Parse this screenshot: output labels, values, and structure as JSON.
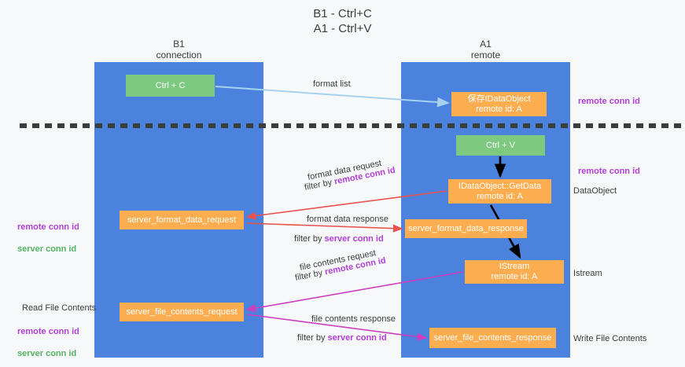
{
  "title": "B1 - Ctrl+C\nA1 - Ctrl+V",
  "columns": [
    {
      "name": "b1",
      "line1": "B1",
      "line2": "connection"
    },
    {
      "name": "a1",
      "line1": "A1",
      "line2": "remote"
    }
  ],
  "nodes": {
    "ctrl_c": "Ctrl + C",
    "ctrl_v": "Ctrl + V",
    "save_dataobject": "保存IDataObject\nremote id: A",
    "getdata": "IDataObject::GetData\nremote id: A",
    "server_format_data_request": "server_format_data_request",
    "server_format_data_response": "server_format_data_response",
    "istream": "IStream\nremote id: A",
    "server_file_contents_request": "server_file_contents_request",
    "server_file_contents_response": "server_file_contents_response"
  },
  "right_labels": {
    "remote_conn_id_top": "remote conn id",
    "remote_conn_id_mid": "remote conn id",
    "dataobject": "DataObject",
    "istream": "Istream",
    "write_file_contents": "Write File Contents"
  },
  "left_labels": {
    "remote_conn_id_1": "remote conn id",
    "server_conn_id_1": "server conn id",
    "read_file_contents": "Read File Contents",
    "remote_conn_id_2": "remote conn id",
    "server_conn_id_2": "server conn id"
  },
  "edge_labels": {
    "format_list": "format list",
    "format_data_request": "format data request",
    "filter_by_prefix": "filter by ",
    "remote_conn_id": "remote conn id",
    "format_data_response": "format data response",
    "server_conn_id": "server conn id",
    "file_contents_request": "file contents request",
    "file_contents_response": "file contents response"
  },
  "colors": {
    "lane_blue": "#4a82dd",
    "node_green": "#7cc97f",
    "node_orange": "#fcad50",
    "arrow_light_blue": "#a8d1f0",
    "arrow_red": "#e8534f",
    "arrow_magenta": "#cc3fbf",
    "arrow_black": "#000000",
    "text_purple": "#b23fd6",
    "text_green": "#52b463",
    "background": "#f7f8f9"
  }
}
